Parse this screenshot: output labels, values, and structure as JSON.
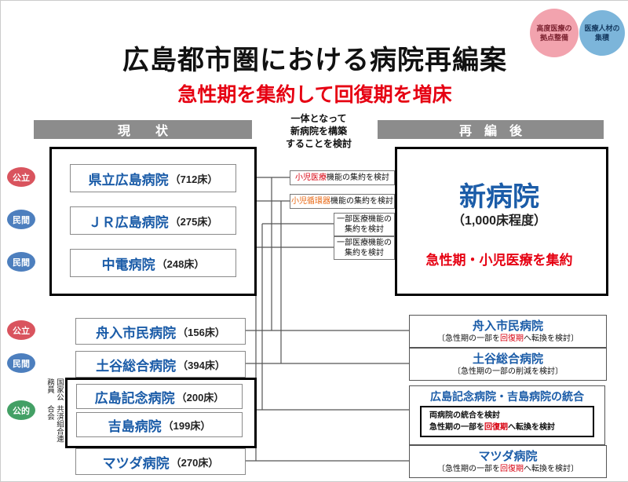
{
  "page": {
    "title": "広島都市圏における病院再編案",
    "subtitle": "急性期を集約して回復期を増床"
  },
  "badges": {
    "pink": "高度医療の\n拠点整備",
    "blue": "医療人材の\n集積"
  },
  "headers": {
    "current": "現　　状",
    "after": "再　編　後",
    "note_line1": "一体となって",
    "note_line2": "新病院を構築",
    "note_line3": "することを検討"
  },
  "ownership": {
    "public": "公立",
    "private": "民間",
    "semipublic": "公的"
  },
  "current_top": [
    {
      "name": "県立広島病院",
      "beds": "（712床）"
    },
    {
      "name": "ＪＲ広島病院",
      "beds": "（275床）"
    },
    {
      "name": "中電病院",
      "beds": "（248床）"
    }
  ],
  "current_bottom": [
    {
      "name": "舟入市民病院",
      "beds": "（156床）"
    },
    {
      "name": "土谷総合病院",
      "beds": "（394床）"
    },
    {
      "name": "広島記念病院",
      "beds": "（200床）"
    },
    {
      "name": "吉島病院",
      "beds": "（199床）"
    },
    {
      "name": "マツダ病院",
      "beds": "（270床）"
    }
  ],
  "group_label": {
    "col1": "国家公務員",
    "col2": "共済組合連合会"
  },
  "new_hospital": {
    "name": "新病院",
    "beds": "（1,000床程度）",
    "note": "急性期・小児医療を集約"
  },
  "annotations": [
    {
      "highlight": "小児医療",
      "rest": "機能の集約を検討"
    },
    {
      "highlight": "小児循環器",
      "rest": "機能の集約を検討"
    },
    {
      "line1": "一部医療機能の",
      "line2": "集約を検討"
    },
    {
      "line1": "一部医療機能の",
      "line2": "集約を検討"
    }
  ],
  "after_boxes": [
    {
      "name": "舟入市民病院",
      "pre": "〔急性期の一部を",
      "hl": "回復期",
      "post": "へ転換を検討〕"
    },
    {
      "name": "土谷総合病院",
      "pre": "〔急性期の一部の削減を検討〕",
      "hl": "",
      "post": ""
    },
    {
      "name": "広島記念病院・吉島病院の統合",
      "inner1": "両病院の統合を検討",
      "inner2_pre": "急性期の一部を",
      "inner2_hl": "回復期",
      "inner2_post": "へ転換を検討"
    },
    {
      "name": "マツダ病院",
      "pre": "〔急性期の一部を",
      "hl": "回復期",
      "post": "へ転換を検討〕"
    }
  ],
  "colors": {
    "accent_red": "#e60012",
    "hospital_blue": "#1b5ca8",
    "bar_gray": "#8c8c8c",
    "public_red": "#d9545e",
    "private_blue": "#4d7fbe",
    "semipublic_green": "#43a065",
    "badge_pink": "#f2a3ae",
    "badge_blue": "#7cb5da",
    "highlight_orange": "#e8650f"
  }
}
